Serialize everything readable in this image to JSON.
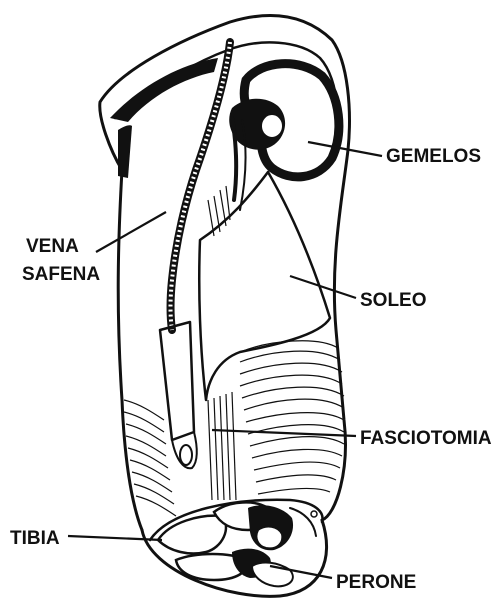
{
  "labels": {
    "gemelos": "GEMELOS",
    "vena_safena_line1": "VENA",
    "vena_safena_line2": "SAFENA",
    "soleo": "SOLEO",
    "fasciotomia": "FASCIOTOMIA",
    "tibia": "TIBIA",
    "perone": "PERONE"
  },
  "colors": {
    "ink": "#111111",
    "paper": "#ffffff"
  }
}
